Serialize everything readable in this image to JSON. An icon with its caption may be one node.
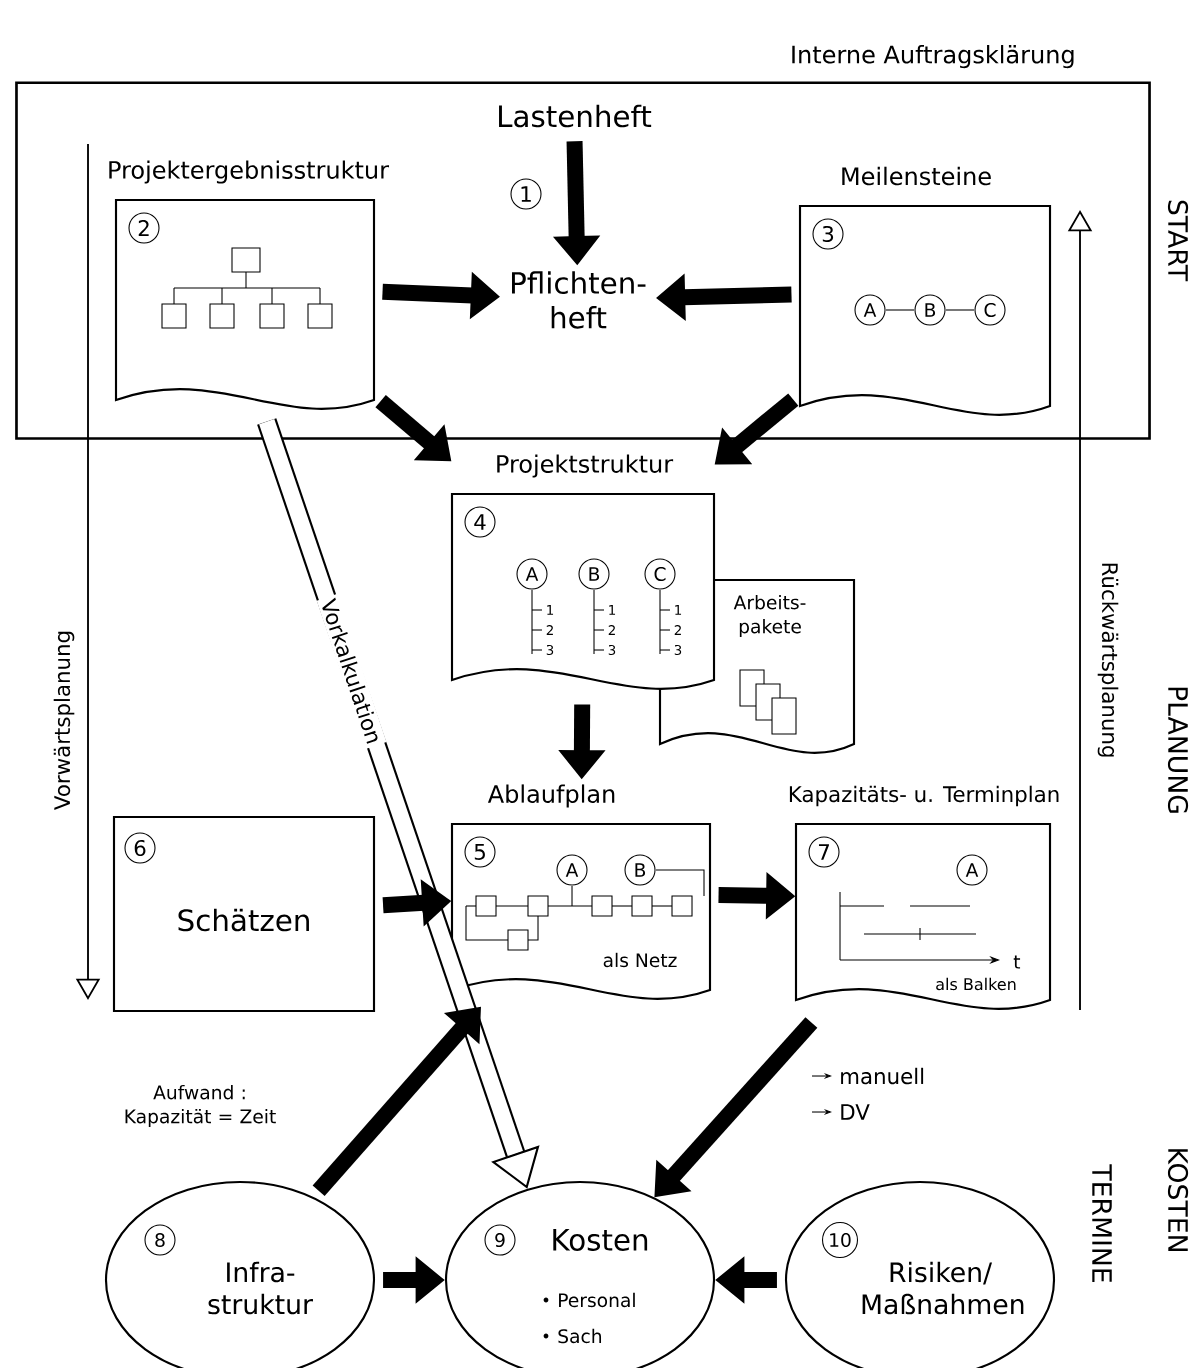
{
  "diagram": {
    "nodes": [
      {
        "text": [
          "Interne Auftragsklärung"
        ]
      },
      {
        "text": [
          "Lastenheft"
        ],
        "in": 0
      },
      {
        "text": [
          "1",
          "Pflichten-heft"
        ],
        "in": 0
      },
      {
        "text": [
          "Projektergebnisstruktur",
          "2"
        ],
        "in": 0
      },
      {
        "text": [
          "Meilensteine",
          "3"
        ],
        "in": 0
      },
      {
        "text": [
          "Projektstruktur",
          "4"
        ]
      },
      {
        "text": [
          "Arbeits-pakete"
        ]
      },
      {
        "text": [
          "6",
          "Schätzen"
        ]
      },
      {
        "text": [
          "Ablaufplan",
          "5"
        ]
      },
      {
        "text": [
          "Kapazitäts- u. Terminplan",
          "7"
        ]
      },
      {
        "text": [
          "8",
          "Infra-struktur"
        ]
      },
      {
        "text": [
          "9",
          "Kosten",
          "Personal",
          "Sach"
        ]
      },
      {
        "text": [
          "10",
          "Risiken/ Maßnahmen"
        ]
      }
    ],
    "edges": [
      {
        "from": 1,
        "to": 2,
        "arrow": "to"
      },
      {
        "from": 3,
        "to": 2,
        "arrow": "to"
      },
      {
        "from": 4,
        "to": 2,
        "arrow": "to"
      },
      {
        "from": 3,
        "to": 5,
        "arrow": "to"
      },
      {
        "from": 4,
        "to": 5,
        "arrow": "to"
      },
      {
        "from": 5,
        "to": 8,
        "arrow": "to"
      },
      {
        "from": 3,
        "to": 11,
        "arrow": "to",
        "label": "Vorkalkulation"
      },
      {
        "from": 7,
        "to": 8,
        "arrow": "to"
      },
      {
        "from": 8,
        "to": 9,
        "arrow": "to"
      },
      {
        "from": 9,
        "to": 11,
        "arrow": "to"
      },
      {
        "from": 10,
        "to": 8,
        "arrow": "to"
      },
      {
        "from": 10,
        "to": 11,
        "arrow": "to"
      },
      {
        "from": 12,
        "to": 11,
        "arrow": "to"
      }
    ],
    "labels": [
      "START",
      "A",
      "B",
      "C",
      "A",
      "B",
      "C",
      "1",
      "2",
      "3",
      "1",
      "2",
      "3",
      "1",
      "2",
      "3",
      "Vorwärtsplanung",
      "Rückwärtsplanung",
      "PLANUNG",
      "A",
      "B",
      "als Netz",
      "A",
      "als Balken",
      "t",
      "Aufwand : Kapazität = Zeit",
      "manuell",
      "DV",
      "TERMINE",
      "KOSTEN"
    ]
  }
}
